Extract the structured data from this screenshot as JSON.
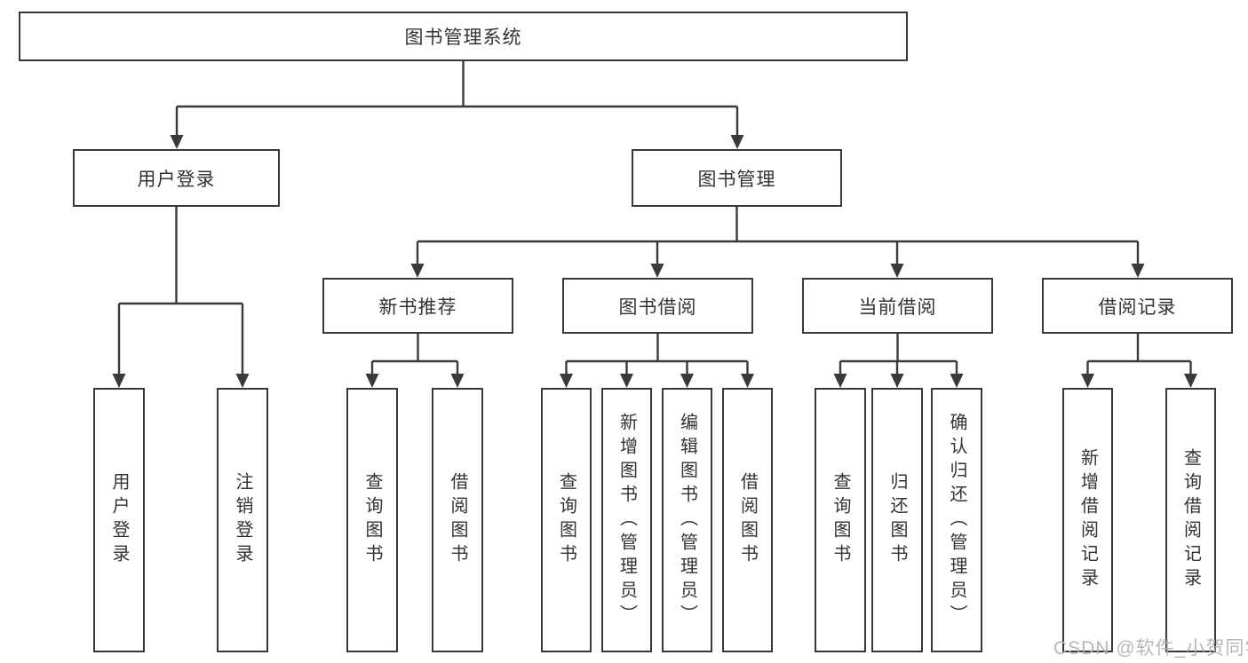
{
  "diagram": {
    "root": "图书管理系统",
    "level2": [
      "用户登录",
      "图书管理"
    ],
    "level3": [
      "新书推荐",
      "图书借阅",
      "当前借阅",
      "借阅记录"
    ],
    "leaves": {
      "user_login": [
        "用户登录",
        "注销登录"
      ],
      "new_book": [
        "查询图书",
        "借阅图书"
      ],
      "book_borrow": [
        "查询图书",
        "新增图书（管理员）",
        "编辑图书（管理员）",
        "借阅图书"
      ],
      "current_borrow": [
        "查询图书",
        "归还图书",
        "确认归还（管理员）"
      ],
      "borrow_record": [
        "新增借阅记录",
        "查询借阅记录"
      ]
    },
    "watermark": "CSDN @软件_小贺同学",
    "colors": {
      "line": "#3a3a3a",
      "box_border": "#383838",
      "text": "#333333",
      "watermark": "#afafaf",
      "background": "#ffffff"
    }
  }
}
